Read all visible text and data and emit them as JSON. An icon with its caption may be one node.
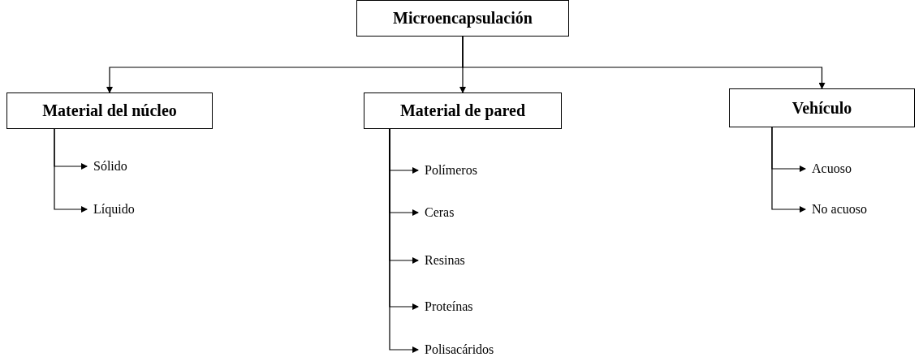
{
  "diagram": {
    "nodes": [
      {
        "text": [
          "Microencapsulación"
        ]
      },
      {
        "text": [
          "Material del núcleo"
        ]
      },
      {
        "text": [
          "Material de pared"
        ]
      },
      {
        "text": [
          "Vehículo"
        ]
      },
      {
        "text": [
          "Sólido"
        ]
      },
      {
        "text": [
          "Líquido"
        ]
      },
      {
        "text": [
          "Polímeros"
        ]
      },
      {
        "text": [
          "Ceras"
        ]
      },
      {
        "text": [
          "Resinas"
        ]
      },
      {
        "text": [
          "Proteínas"
        ]
      },
      {
        "text": [
          "Polisacáridos"
        ]
      },
      {
        "text": [
          "Acuoso"
        ]
      },
      {
        "text": [
          "No acuoso"
        ]
      }
    ],
    "edges": [
      {
        "from": 0,
        "to": 1,
        "arrow": "to"
      },
      {
        "from": 0,
        "to": 2,
        "arrow": "to"
      },
      {
        "from": 0,
        "to": 3,
        "arrow": "to"
      },
      {
        "from": 1,
        "to": 4,
        "arrow": "to"
      },
      {
        "from": 1,
        "to": 5,
        "arrow": "to"
      },
      {
        "from": 2,
        "to": 6,
        "arrow": "to"
      },
      {
        "from": 2,
        "to": 7,
        "arrow": "to"
      },
      {
        "from": 2,
        "to": 8,
        "arrow": "to"
      },
      {
        "from": 2,
        "to": 9,
        "arrow": "to"
      },
      {
        "from": 2,
        "to": 10,
        "arrow": "to"
      },
      {
        "from": 3,
        "to": 11,
        "arrow": "to"
      },
      {
        "from": 3,
        "to": 12,
        "arrow": "to"
      }
    ]
  }
}
